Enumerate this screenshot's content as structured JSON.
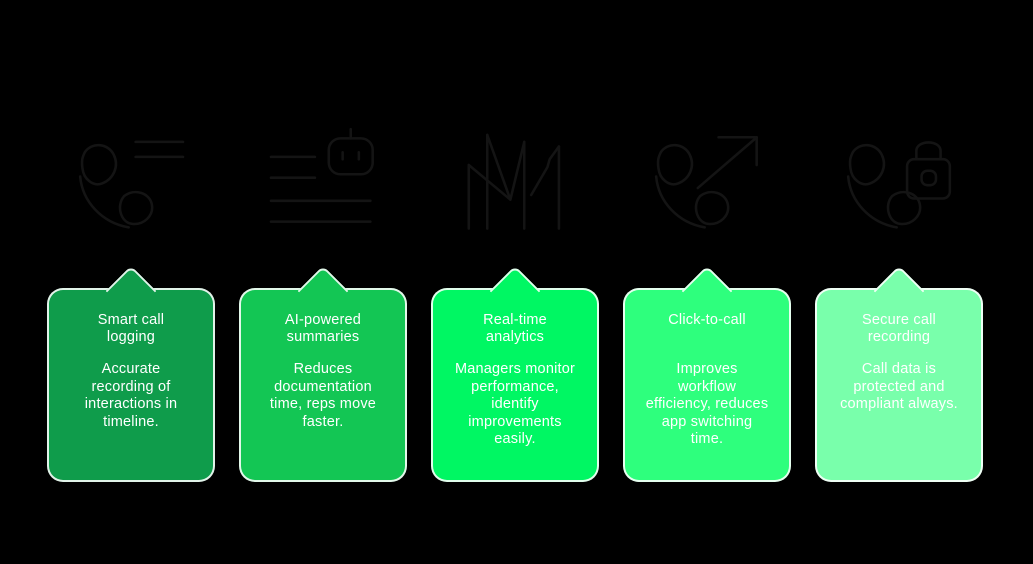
{
  "style": {
    "background": "#000000",
    "card_border": "rgba(255,255,255,0.88)",
    "icon_stroke": "#141414",
    "text_color": "#ffffff"
  },
  "cards": [
    {
      "icon": "call-log-icon",
      "title": "Smart call\nlogging",
      "body": "Accurate\nrecording of\ninteractions in\ntimeline.",
      "color": "#0F9C4B"
    },
    {
      "icon": "ai-summary-icon",
      "title": "AI-powered\nsummaries",
      "body": "Reduces\ndocumentation\ntime, reps move\nfaster.",
      "color": "#13C654"
    },
    {
      "icon": "analytics-chart-icon",
      "title": "Real-time\nanalytics",
      "body": "Managers monitor\nperformance,\nidentify\nimprovements\neasily.",
      "color": "#00F763"
    },
    {
      "icon": "click-to-call-icon",
      "title": "Click-to-call",
      "body": "Improves\nworkflow\nefficiency, reduces\napp switching\ntime.",
      "color": "#2EFF7D"
    },
    {
      "icon": "secure-recording-icon",
      "title": "Secure call\nrecording",
      "body": "Call data is\nprotected and\ncompliant always.",
      "color": "#79FFAB"
    }
  ]
}
